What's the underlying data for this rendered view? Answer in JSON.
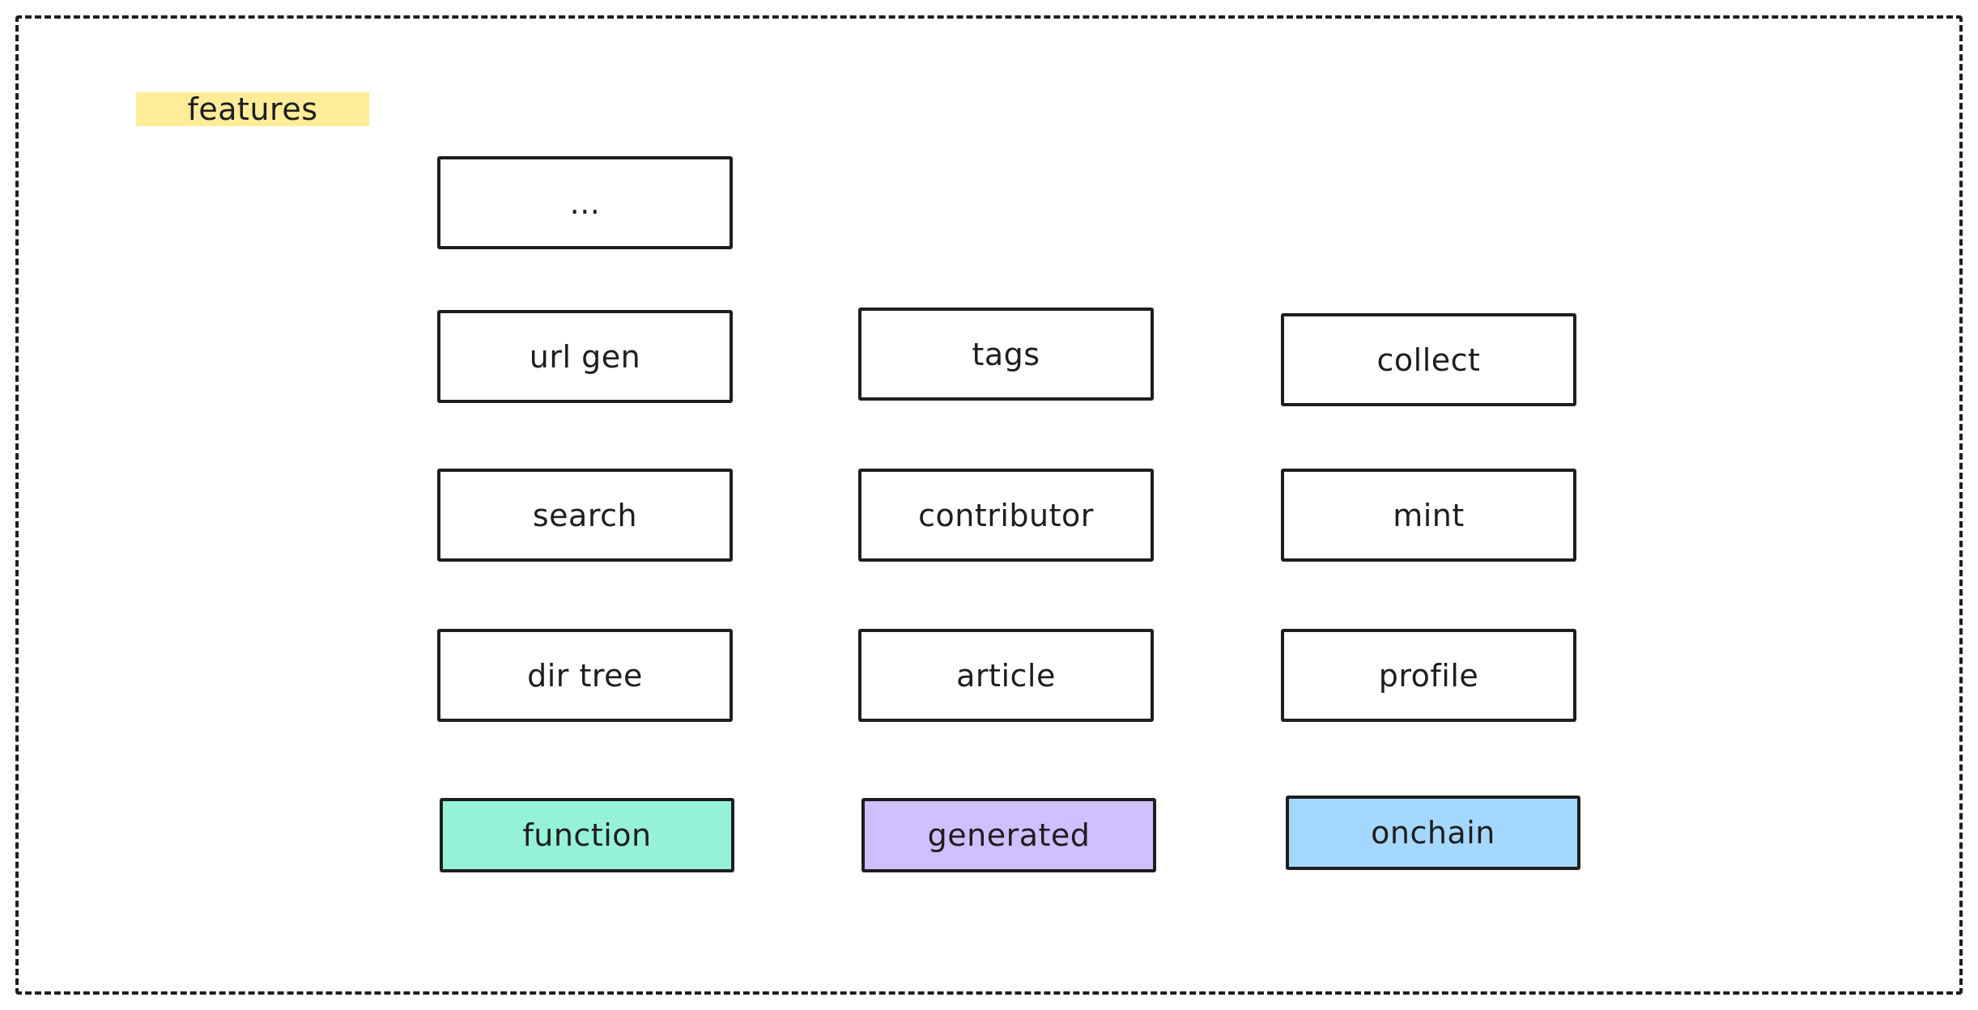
{
  "title": "features",
  "boxes": {
    "ellipsis": "...",
    "url_gen": "url gen",
    "tags": "tags",
    "collect": "collect",
    "search": "search",
    "contributor": "contributor",
    "mint": "mint",
    "dir_tree": "dir tree",
    "article": "article",
    "profile": "profile"
  },
  "legend": [
    {
      "label": "function",
      "color": "#96f2d7"
    },
    {
      "label": "generated",
      "color": "#d0bfff"
    },
    {
      "label": "onchain",
      "color": "#a5d8ff"
    }
  ],
  "colors": {
    "title_highlight": "#ffec99",
    "stroke": "#1e1e1e",
    "background": "#ffffff"
  }
}
